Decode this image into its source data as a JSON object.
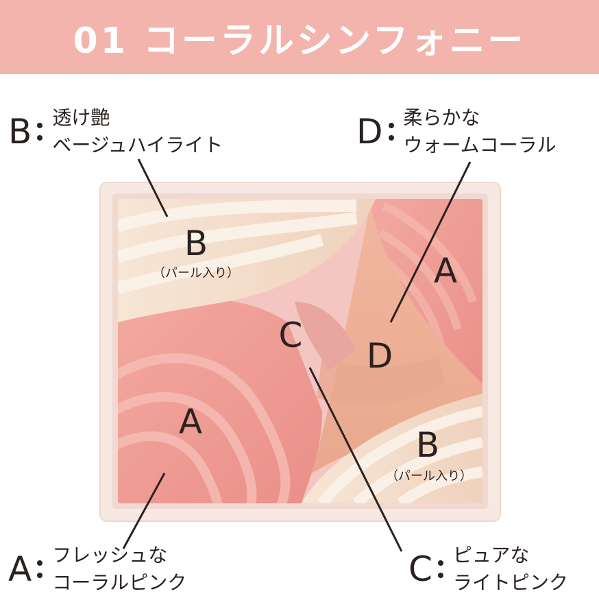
{
  "header": {
    "title": "01 コーラルシンフォニー",
    "bg_color": "#f2b4ac"
  },
  "callouts": {
    "a": {
      "letter": "A",
      "line1": "フレッシュな",
      "line2": "コーラルピンク"
    },
    "b": {
      "letter": "B",
      "line1": "透け艶",
      "line2": "ベージュハイライト"
    },
    "c": {
      "letter": "C",
      "line1": "ピュアな",
      "line2": "ライトピンク"
    },
    "d": {
      "letter": "D",
      "line1": "柔らかな",
      "line2": "ウォームコーラル"
    }
  },
  "palette_labels": {
    "b_top": {
      "letter": "B",
      "note": "（パール入り）"
    },
    "a_right": {
      "letter": "A"
    },
    "c_center": {
      "letter": "C"
    },
    "d_center": {
      "letter": "D"
    },
    "a_left": {
      "letter": "A"
    },
    "b_bottom": {
      "letter": "B",
      "note": "（パール入り）"
    }
  },
  "colors": {
    "coral_pink": "#ee9e96",
    "beige_highlight": "#f4ddc8",
    "light_pink": "#f3c3c0",
    "warm_coral": "#efb39a",
    "case_frame": "#f6e6e0",
    "ink": "#2a2220"
  }
}
